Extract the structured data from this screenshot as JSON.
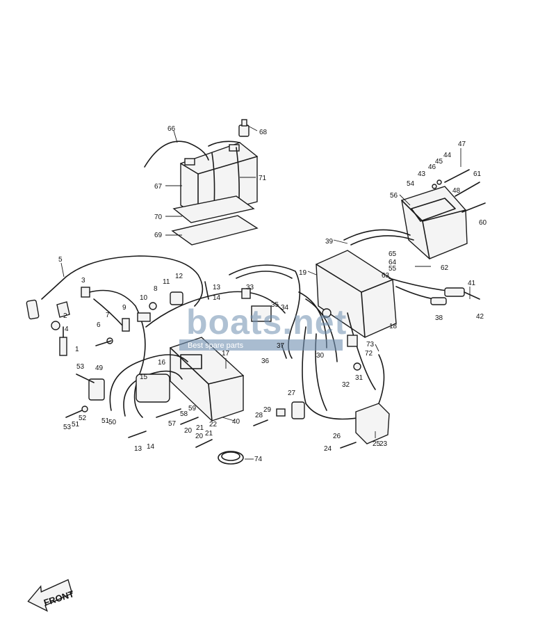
{
  "watermark": {
    "brand": "boats.net",
    "tagline": "Best spare parts"
  },
  "front_label": "FRONT",
  "callouts": [
    {
      "text": "66"
    },
    {
      "text": "68"
    },
    {
      "text": "67"
    },
    {
      "text": "71"
    },
    {
      "text": "70"
    },
    {
      "text": "69"
    },
    {
      "text": "47"
    },
    {
      "text": "44"
    },
    {
      "text": "45"
    },
    {
      "text": "46"
    },
    {
      "text": "43"
    },
    {
      "text": "61"
    },
    {
      "text": "54"
    },
    {
      "text": "48"
    },
    {
      "text": "56"
    },
    {
      "text": "60"
    },
    {
      "text": "39"
    },
    {
      "text": "65"
    },
    {
      "text": "64"
    },
    {
      "text": "55"
    },
    {
      "text": "62"
    },
    {
      "text": "63"
    },
    {
      "text": "41"
    },
    {
      "text": "5"
    },
    {
      "text": "3"
    },
    {
      "text": "11"
    },
    {
      "text": "12"
    },
    {
      "text": "13"
    },
    {
      "text": "14"
    },
    {
      "text": "33"
    },
    {
      "text": "19"
    },
    {
      "text": "8"
    },
    {
      "text": "10"
    },
    {
      "text": "35"
    },
    {
      "text": "34"
    },
    {
      "text": "9"
    },
    {
      "text": "2"
    },
    {
      "text": "38"
    },
    {
      "text": "42"
    },
    {
      "text": "7"
    },
    {
      "text": "4"
    },
    {
      "text": "6"
    },
    {
      "text": "18"
    },
    {
      "text": "1"
    },
    {
      "text": "37"
    },
    {
      "text": "73"
    },
    {
      "text": "17"
    },
    {
      "text": "36"
    },
    {
      "text": "30"
    },
    {
      "text": "72"
    },
    {
      "text": "16"
    },
    {
      "text": "53"
    },
    {
      "text": "49"
    },
    {
      "text": "15"
    },
    {
      "text": "31"
    },
    {
      "text": "32"
    },
    {
      "text": "27"
    },
    {
      "text": "29"
    },
    {
      "text": "59"
    },
    {
      "text": "58"
    },
    {
      "text": "57"
    },
    {
      "text": "28"
    },
    {
      "text": "52"
    },
    {
      "text": "40"
    },
    {
      "text": "51"
    },
    {
      "text": "50"
    },
    {
      "text": "53"
    },
    {
      "text": "51"
    },
    {
      "text": "20"
    },
    {
      "text": "21"
    },
    {
      "text": "22"
    },
    {
      "text": "26"
    },
    {
      "text": "25"
    },
    {
      "text": "23"
    },
    {
      "text": "24"
    },
    {
      "text": "13"
    },
    {
      "text": "14"
    },
    {
      "text": "20"
    },
    {
      "text": "21"
    },
    {
      "text": "74"
    }
  ]
}
